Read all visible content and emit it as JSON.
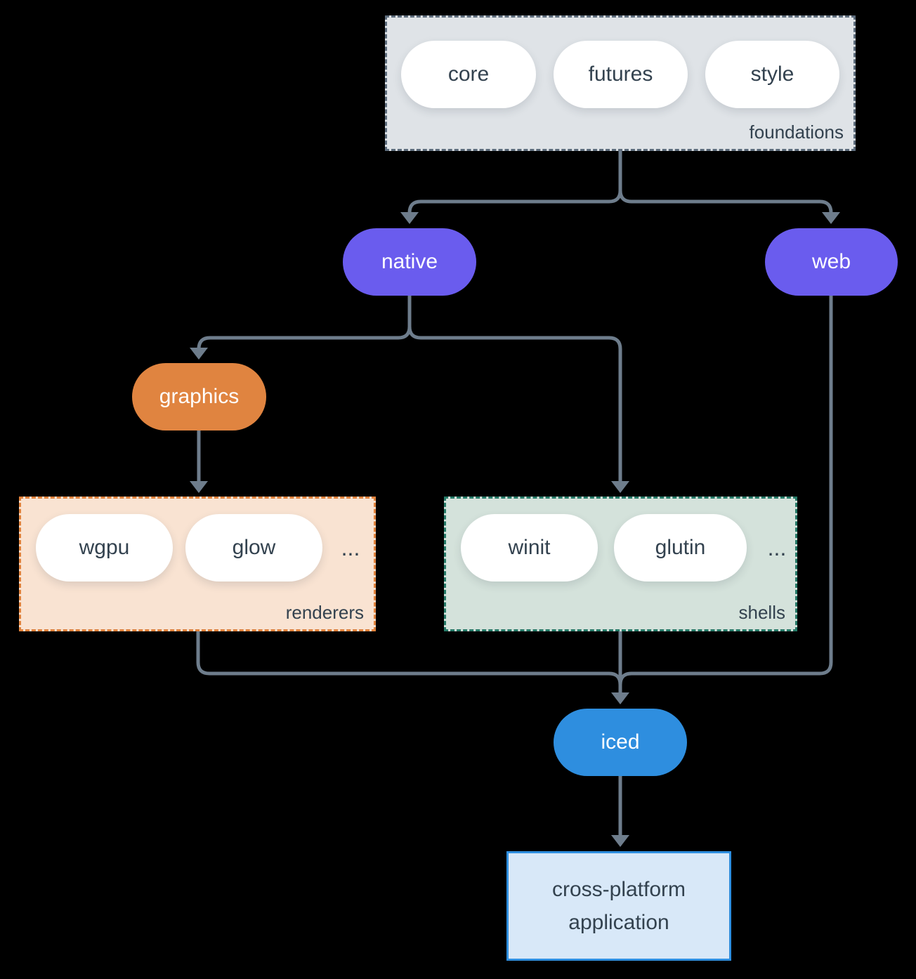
{
  "colors": {
    "background": "#000000",
    "line-color": "#6e7d8c",
    "text-dark": "#33424f",
    "pill-bg": "#ffffff",
    "node-text": "#ffffff",
    "foundations-fill": "#dfe3e7",
    "foundations-border": "#5d6c7c",
    "purple": "#6a5cee",
    "orange": "#e08440",
    "blue": "#2e8edf",
    "renderers-fill": "#f9e3d2",
    "renderers-border": "#e0823c",
    "shells-fill": "#d4e2db",
    "shells-border": "#267a68",
    "app-fill": "#d8e8f8",
    "app-border": "#2e8edf"
  },
  "foundations": {
    "label": "foundations",
    "items": [
      "core",
      "futures",
      "style"
    ]
  },
  "nodes": {
    "native": {
      "label": "native"
    },
    "web": {
      "label": "web"
    },
    "graphics": {
      "label": "graphics"
    },
    "iced": {
      "label": "iced"
    }
  },
  "renderers": {
    "label": "renderers",
    "items": [
      "wgpu",
      "glow"
    ],
    "ellipsis": "..."
  },
  "shells": {
    "label": "shells",
    "items": [
      "winit",
      "glutin"
    ],
    "ellipsis": "..."
  },
  "app": {
    "line1": "cross-platform",
    "line2": "application"
  }
}
